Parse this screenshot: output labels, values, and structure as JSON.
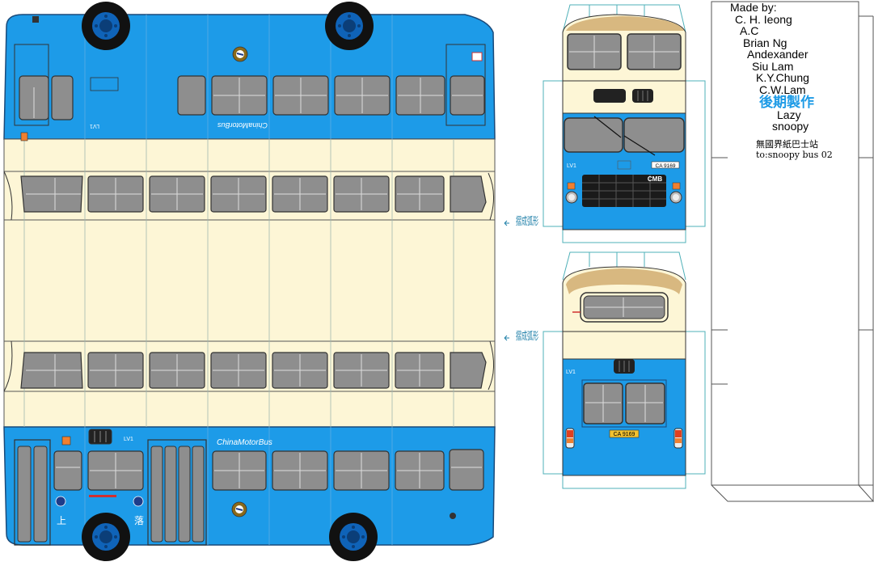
{
  "colors": {
    "body_blue": "#1d9be8",
    "cream": "#fdf6d6",
    "window_grey": "#8e8e8e",
    "wheel_blue": "#0f63b8",
    "guide_teal": "#4fb0b8",
    "credit_blue": "#1e9be6"
  },
  "bus": {
    "route_label": "LV1",
    "brand_text": "ChinaMotorBus",
    "grille_badge": "CMB",
    "plate": "CA 9169",
    "door_glyph_board": "上",
    "door_glyph_alight": "落",
    "fold_note": "摺成弧形"
  },
  "credits": {
    "header": "Made by:",
    "names": [
      "C. H. Ieong",
      "A.C",
      "Brian Ng",
      "Andexander",
      "Siu Lam",
      "K.Y.Chung",
      "C.W.Lam"
    ],
    "post_production": "後期製作",
    "names2": [
      "Lazy",
      "snoopy"
    ],
    "site": "無國界紙巴士站",
    "dedication": "to:snoopy bus 02"
  },
  "icons": [
    "wheel-icon",
    "cmb-logo-icon",
    "headlight-icon",
    "tail-light-icon",
    "arrow-icon"
  ]
}
